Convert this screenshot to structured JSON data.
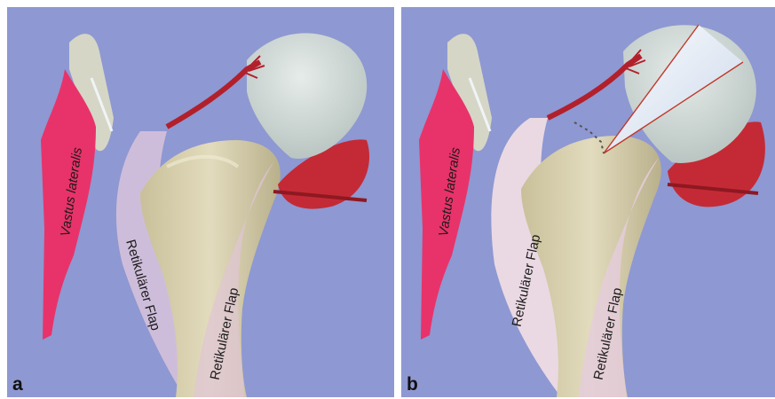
{
  "panels": [
    {
      "letter": "a",
      "labels": {
        "muscle": "Vastus lateralis",
        "flap_upper": "Retikulärer Flap",
        "flap_lower": "Retikulärer Flap"
      }
    },
    {
      "letter": "b",
      "labels": {
        "muscle": "Vastus lateralis",
        "flap_upper": "Retikulärer Flap",
        "flap_lower": "Retikulärer Flap"
      }
    }
  ],
  "colors": {
    "background": "#8e98d2",
    "bone": "#d9d2b0",
    "femoral_head": "#cfd8d6",
    "muscle": "#e8336a",
    "flap": "#e9d8e2",
    "vessel": "#b2202c",
    "gluteus": "#c42a35"
  }
}
